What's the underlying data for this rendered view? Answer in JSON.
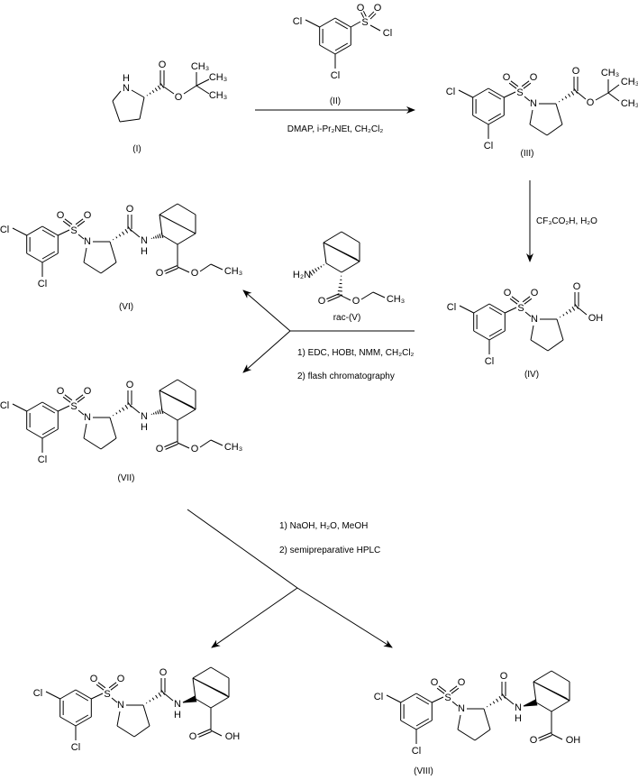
{
  "labels": {
    "I": "(I)",
    "II": "(II)",
    "III": "(III)",
    "IV": "(IV)",
    "V": "rac-(V)",
    "VI": "(VI)",
    "VII": "(VII)",
    "VIII": "(VIII)"
  },
  "conditions": {
    "step1": "DMAP, i-Pr₂NEt, CH₂Cl₂",
    "step2": "CF₃CO₂H, H₂O",
    "step3a": "1) EDC, HOBt, NMM, CH₂Cl₂",
    "step3b": "2) flash chromatography",
    "step4a": "1) NaOH, H₂O, MeOH",
    "step4b": "2) semipreparative HPLC"
  },
  "atoms": {
    "Cl": "Cl",
    "O": "O",
    "S": "S",
    "N": "N",
    "H": "H",
    "OH": "OH",
    "CH3": "CH₃",
    "H2N": "H₂N"
  }
}
